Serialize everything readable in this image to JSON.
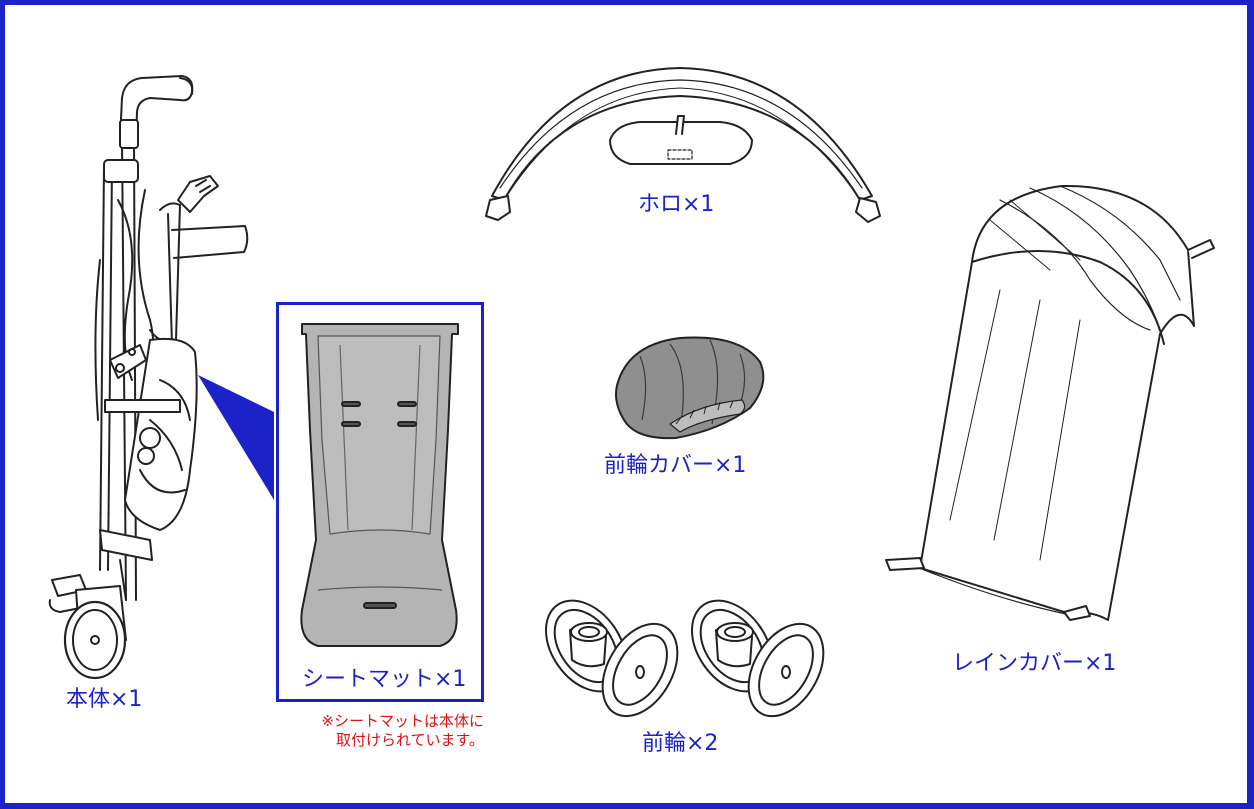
{
  "colors": {
    "label": "#1a22c8",
    "note": "#e01010",
    "frame": "#1a22c8",
    "seat_fill": "#b4b4b4"
  },
  "labels": {
    "body": "本体×1",
    "canopy": "ホロ×1",
    "rain_cover": "レインカバー×1",
    "seat_mat": "シートマット×1",
    "front_wheel_cover": "前輪カバー×1",
    "front_wheel": "前輪×2"
  },
  "note": "※シートマットは本体に\n取付けられています。"
}
